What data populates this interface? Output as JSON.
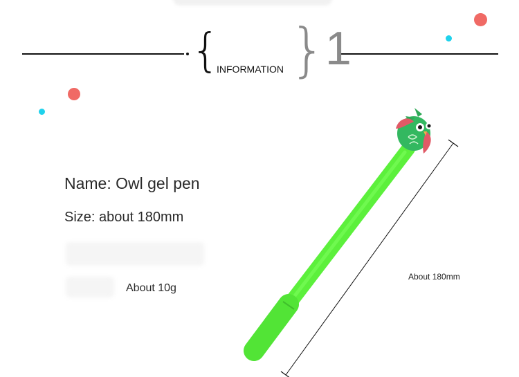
{
  "header": {
    "section_label": "INFORMATION",
    "section_number": "1"
  },
  "product": {
    "name_line": "Name: Owl gel pen",
    "size_line": "Size: about 180mm",
    "weight_value": "About 10g"
  },
  "dimension": {
    "length_label": "About 180mm"
  },
  "colors": {
    "accent_red": "#f06a65",
    "accent_cyan": "#1fd2ec",
    "pen_green": "#5cf03c",
    "owl_green": "#33b860",
    "owl_wing": "#e05a66"
  },
  "icons": {
    "product_image": "owl-gel-pen-image",
    "dimension_arrow": "dimension-line-icon"
  }
}
